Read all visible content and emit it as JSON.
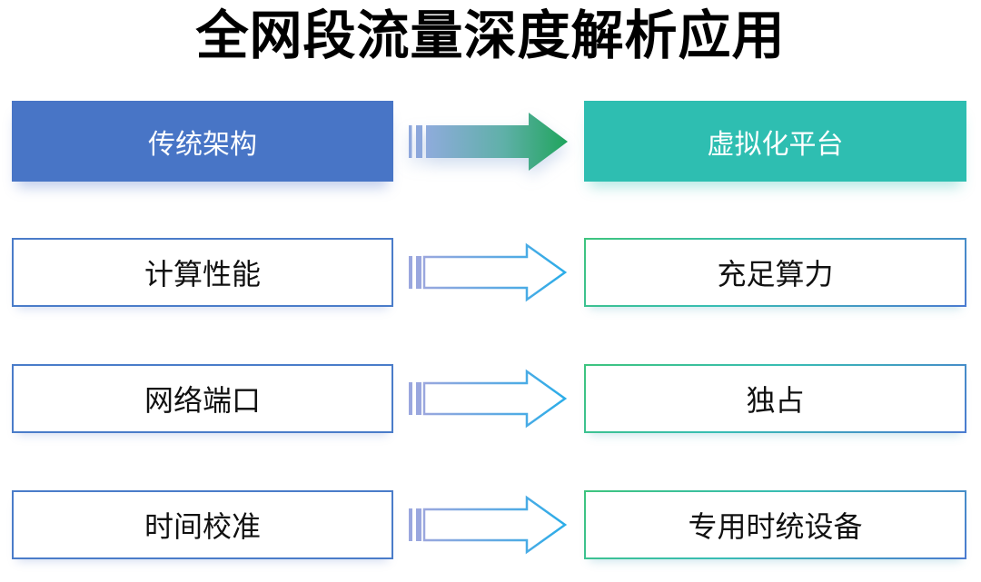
{
  "title": "全网段流量深度解析应用",
  "headers": {
    "left": "传统架构",
    "right": "虚拟化平台"
  },
  "rows": [
    {
      "left": "计算性能",
      "right": "充足算力"
    },
    {
      "left": "网络端口",
      "right": "独占"
    },
    {
      "left": "时间校准",
      "right": "专用时统设备"
    }
  ],
  "icons": {
    "header_arrow": "striped-right-arrow-filled",
    "row_arrow": "striped-right-arrow-outline"
  },
  "colors": {
    "header_left_bg": "#4875C6",
    "header_right_bg": "#2EBEB1",
    "left_box_border": "#4A7CC9",
    "right_box_border_gradient": [
      "#3EC47E",
      "#38BDB4",
      "#4B7BD0"
    ],
    "arrow_fill_gradient": [
      "#8FABDC",
      "#5FB0A8",
      "#1FA45C"
    ],
    "arrow_outline_gradient": [
      "#9AA7DE",
      "#2BADE8"
    ],
    "title_color": "#000000",
    "row_text_color": "#111111",
    "header_text_color": "#FFFFFF"
  }
}
